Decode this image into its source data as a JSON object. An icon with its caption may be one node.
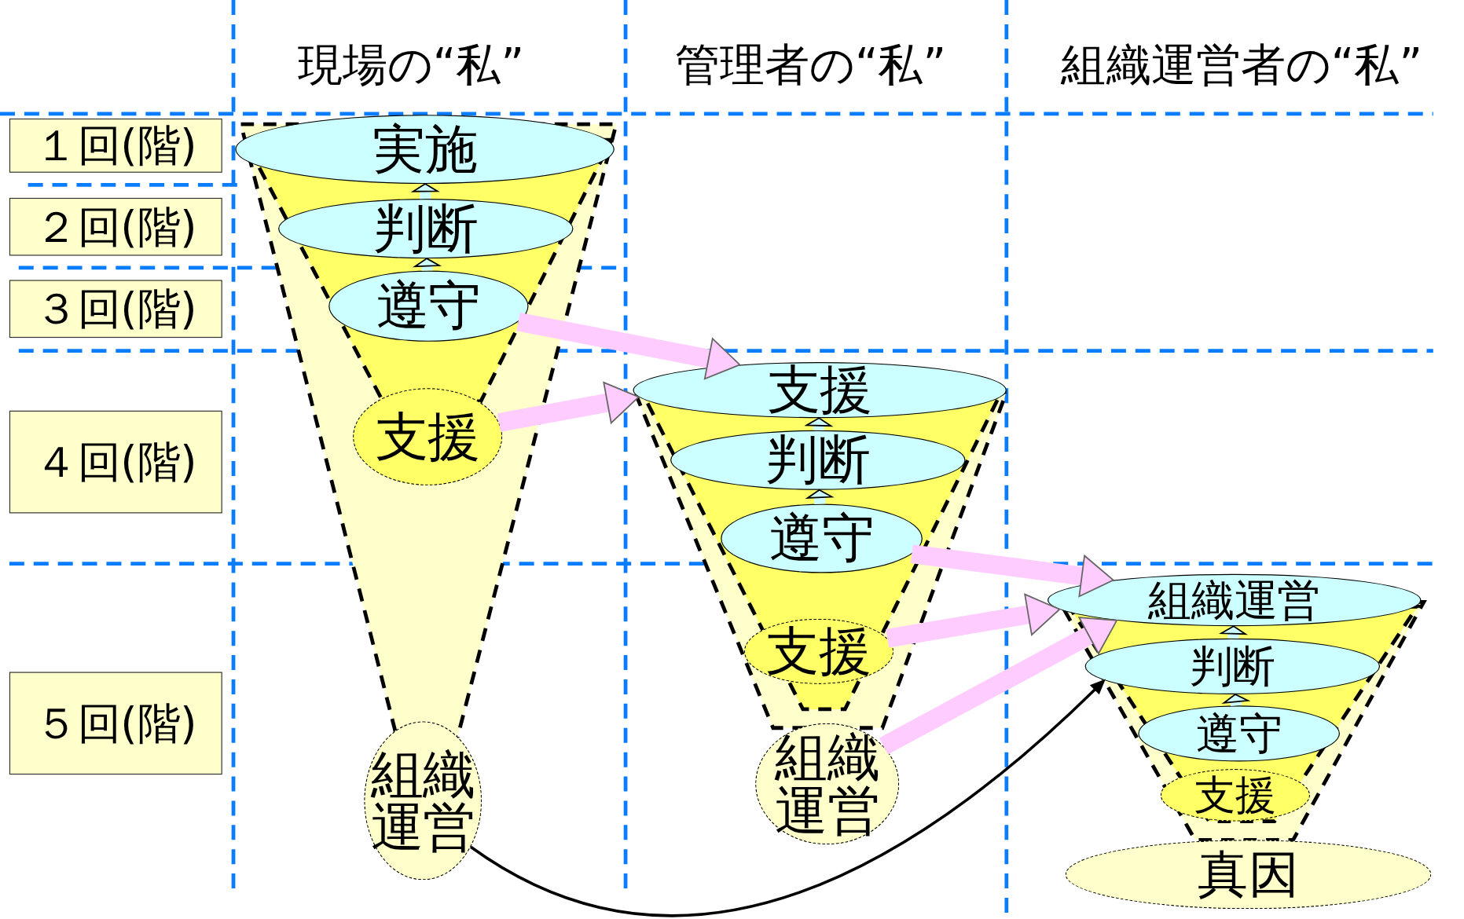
{
  "diagram": {
    "nodes": [
      {
        "text": [
          "１回(階)"
        ]
      },
      {
        "text": [
          "２回(階)"
        ]
      },
      {
        "text": [
          "３回(階)"
        ]
      },
      {
        "text": [
          "４回(階)"
        ]
      },
      {
        "text": [
          "５回(階)"
        ]
      },
      {
        "text": [
          "実施"
        ]
      },
      {
        "text": [
          "判断"
        ]
      },
      {
        "text": [
          "遵守"
        ]
      },
      {
        "text": [
          "支援"
        ]
      },
      {
        "text": [
          "組織運営"
        ]
      },
      {
        "text": [
          "支援"
        ]
      },
      {
        "text": [
          "判断"
        ]
      },
      {
        "text": [
          "遵守"
        ]
      },
      {
        "text": [
          "支援"
        ]
      },
      {
        "text": [
          "組織運営"
        ]
      },
      {
        "text": [
          "組織運営"
        ]
      },
      {
        "text": [
          "判断"
        ]
      },
      {
        "text": [
          "遵守"
        ]
      },
      {
        "text": [
          "支援"
        ]
      },
      {
        "text": [
          "真因"
        ]
      }
    ],
    "edges": [
      {
        "from": 6,
        "to": 5,
        "arrow": "to",
        "color": "#ccffff"
      },
      {
        "from": 7,
        "to": 6,
        "arrow": "to",
        "color": "#ccffff"
      },
      {
        "from": 11,
        "to": 10,
        "arrow": "to",
        "color": "#ccffff"
      },
      {
        "from": 12,
        "to": 11,
        "arrow": "to",
        "color": "#ccffff"
      },
      {
        "from": 16,
        "to": 15,
        "arrow": "to",
        "color": "#ccffff"
      },
      {
        "from": 17,
        "to": 16,
        "arrow": "to",
        "color": "#ccffff"
      },
      {
        "from": 7,
        "to": 10,
        "arrow": "to",
        "color": "#ffccff"
      },
      {
        "from": 8,
        "to": 10,
        "arrow": "to",
        "color": "#ffccff"
      },
      {
        "from": 12,
        "to": 15,
        "arrow": "to",
        "color": "#ffccff"
      },
      {
        "from": 13,
        "to": 15,
        "arrow": "to",
        "color": "#ffccff"
      },
      {
        "from": 14,
        "to": 15,
        "arrow": "to",
        "color": "#ffccff"
      },
      {
        "from": 9,
        "to": 16,
        "arrow": "to",
        "color": "#000000"
      }
    ],
    "labels": [
      "現場の“私”",
      "管理者の“私”",
      "組織運営者の“私”"
    ]
  }
}
